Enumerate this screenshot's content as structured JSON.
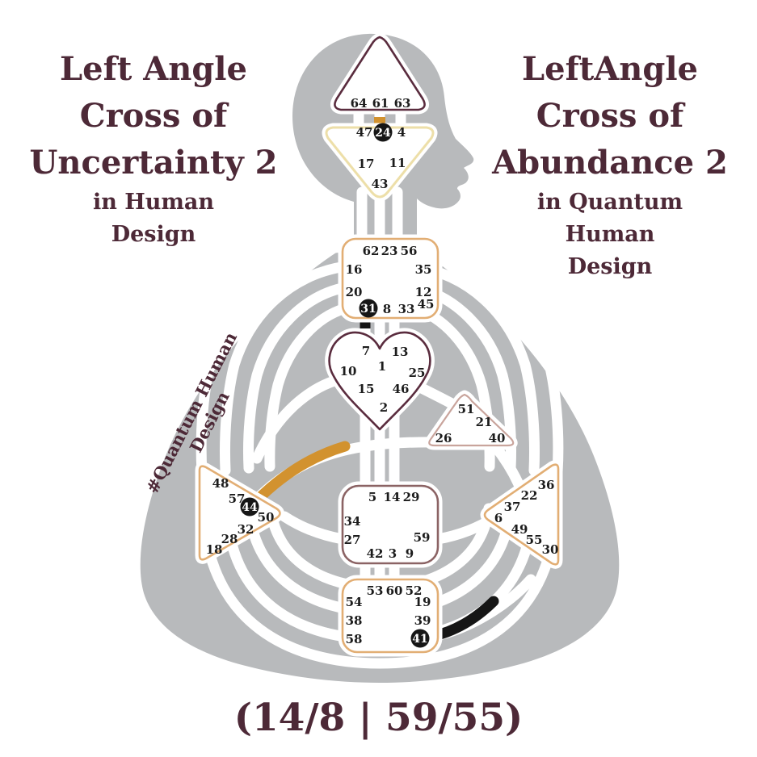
{
  "colors": {
    "maroon": "#4d2937",
    "gray": "#b8babc",
    "gold": "#d2922f",
    "tan": "#e2ae74",
    "ajna": "#eddfa9",
    "ego": "#c9a49c",
    "sacral": "#8b6364",
    "maroon-border": "#5a2c3e",
    "black": "#161616",
    "white": "#ffffff"
  },
  "left_title": {
    "line1": "Left Angle",
    "line2": "Cross of",
    "line3": "Uncertainty 2",
    "sub1": "in Human",
    "sub2": "Design"
  },
  "right_title": {
    "line1": "LeftAngle",
    "line2": "Cross of",
    "line3": "Abundance 2",
    "sub1": "in Quantum",
    "sub2": "Human",
    "sub3": "Design"
  },
  "hashtag_label": "#Quantum Human Design",
  "footer_label": "(14/8 | 59/55)",
  "bodygraph": {
    "highlighted_gates": [
      "24",
      "31",
      "44",
      "41"
    ],
    "colored_channel_segments": [
      {
        "near_gate": "61",
        "style": "gold"
      },
      {
        "near_gate": "31",
        "style": "black"
      },
      {
        "near_gate": "44",
        "style": "gold"
      },
      {
        "near_gate": "41",
        "style": "black"
      }
    ],
    "centers": {
      "head": {
        "gates": [
          {
            "label": "64"
          },
          {
            "label": "61"
          },
          {
            "label": "63"
          }
        ]
      },
      "ajna": {
        "gates": [
          {
            "label": "47"
          },
          {
            "label": "24",
            "highlighted": true
          },
          {
            "label": "4"
          },
          {
            "label": "17"
          },
          {
            "label": "11"
          },
          {
            "label": "43"
          }
        ]
      },
      "throat": {
        "gates": [
          {
            "label": "62"
          },
          {
            "label": "23"
          },
          {
            "label": "56"
          },
          {
            "label": "16"
          },
          {
            "label": "35"
          },
          {
            "label": "20"
          },
          {
            "label": "12"
          },
          {
            "label": "31",
            "highlighted": true
          },
          {
            "label": "8"
          },
          {
            "label": "33"
          },
          {
            "label": "45"
          }
        ]
      },
      "g": {
        "gates": [
          {
            "label": "7"
          },
          {
            "label": "13"
          },
          {
            "label": "1"
          },
          {
            "label": "10"
          },
          {
            "label": "25"
          },
          {
            "label": "15"
          },
          {
            "label": "46"
          },
          {
            "label": "2"
          }
        ]
      },
      "ego": {
        "gates": [
          {
            "label": "51"
          },
          {
            "label": "21"
          },
          {
            "label": "26"
          },
          {
            "label": "40"
          }
        ]
      },
      "spleen": {
        "gates": [
          {
            "label": "48"
          },
          {
            "label": "57"
          },
          {
            "label": "44",
            "highlighted": true
          },
          {
            "label": "50"
          },
          {
            "label": "32"
          },
          {
            "label": "28"
          },
          {
            "label": "18"
          }
        ]
      },
      "solar": {
        "gates": [
          {
            "label": "36"
          },
          {
            "label": "22"
          },
          {
            "label": "37"
          },
          {
            "label": "6"
          },
          {
            "label": "49"
          },
          {
            "label": "55"
          },
          {
            "label": "30"
          }
        ]
      },
      "sacral": {
        "gates": [
          {
            "label": "5"
          },
          {
            "label": "14"
          },
          {
            "label": "29"
          },
          {
            "label": "34"
          },
          {
            "label": "27"
          },
          {
            "label": "59"
          },
          {
            "label": "42"
          },
          {
            "label": "3"
          },
          {
            "label": "9"
          }
        ]
      },
      "root": {
        "gates": [
          {
            "label": "53"
          },
          {
            "label": "60"
          },
          {
            "label": "52"
          },
          {
            "label": "54"
          },
          {
            "label": "19"
          },
          {
            "label": "38"
          },
          {
            "label": "39"
          },
          {
            "label": "58"
          },
          {
            "label": "41",
            "highlighted": true
          }
        ]
      }
    }
  }
}
